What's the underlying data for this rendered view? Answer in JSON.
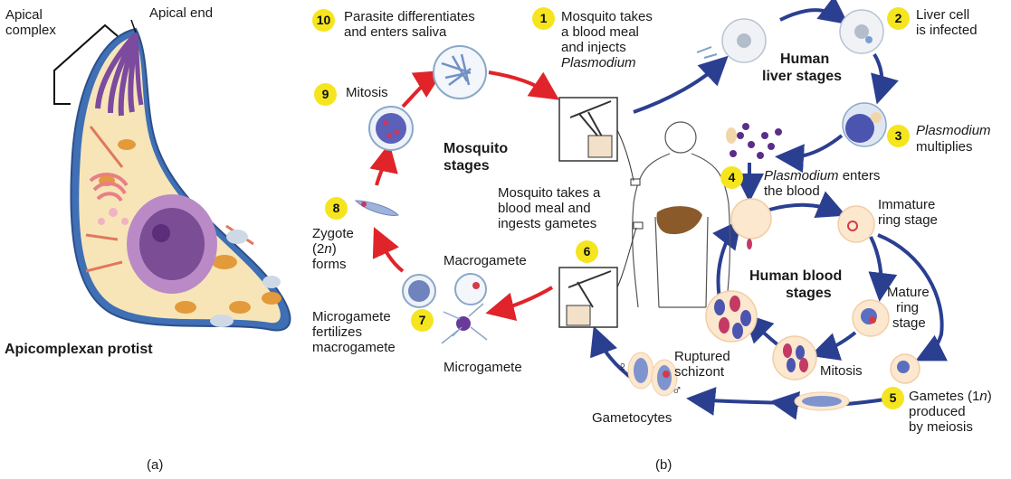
{
  "panel_a": {
    "apical_complex_line1": "Apical",
    "apical_complex_line2": "complex",
    "apical_end": "Apical end",
    "protist_label": "Apicomplexan protist",
    "caption": "(a)"
  },
  "panel_b": {
    "caption": "(b)",
    "mosquito_stages_1": "Mosquito",
    "mosquito_stages_2": "stages",
    "liver_stages_1": "Human",
    "liver_stages_2": "liver stages",
    "blood_stages_1": "Human blood",
    "blood_stages_2": "stages",
    "steps": [
      {
        "num": "1",
        "l1": "Mosquito takes",
        "l2": "a blood meal",
        "l3": "and injects",
        "l4": "Plasmodium"
      },
      {
        "num": "2",
        "l1": "Liver cell",
        "l2": "is infected"
      },
      {
        "num": "3",
        "l1": "Plasmodium",
        "l2": "multiplies"
      },
      {
        "num": "4",
        "l1": "Plasmodium",
        "l1b": " enters",
        "l2": "the blood"
      },
      {
        "num": "5",
        "l1": "Gametes (1",
        "l1n": "n",
        "l1c": ")",
        "l2": "produced",
        "l3": "by meiosis"
      },
      {
        "num": "6",
        "l1": "Mosquito takes a",
        "l2": "blood meal and",
        "l3": "ingests gametes"
      },
      {
        "num": "7",
        "l1": "Microgamete",
        "l2": "fertilizes",
        "l3": "macrogamete"
      },
      {
        "num": "8",
        "l1": "Zygote",
        "l2a": "(2",
        "l2n": "n",
        "l2c": ")",
        "l3": "forms"
      },
      {
        "num": "9",
        "l1": "Mitosis"
      },
      {
        "num": "10",
        "l1": "Parasite differentiates",
        "l2": "and enters saliva"
      }
    ],
    "immature_ring_1": "Immature",
    "immature_ring_2": "ring stage",
    "mature_ring_1": "Mature",
    "mature_ring_2": "ring",
    "mature_ring_3": "stage",
    "mitosis": "Mitosis",
    "ruptured_1": "Ruptured",
    "ruptured_2": "schizont",
    "gametocytes": "Gametocytes",
    "macrogamete": "Macrogamete",
    "microgamete": "Microgamete",
    "female_symbol": "♀",
    "male_symbol": "♂"
  },
  "colors": {
    "arrow_red": "#e0242a",
    "arrow_blue": "#2b3f91",
    "badge": "#f5e51e",
    "cell_fill": "#fce7cf",
    "parasite": "#5b2d8a"
  }
}
